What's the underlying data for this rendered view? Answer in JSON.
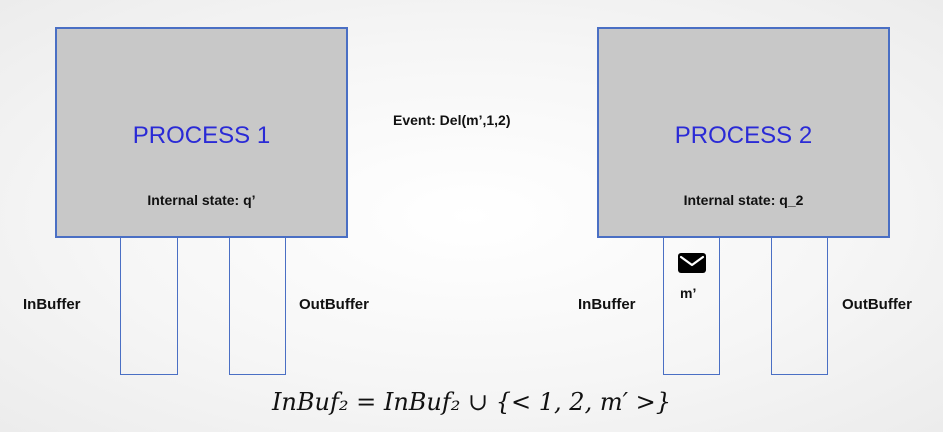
{
  "process1": {
    "title": "PROCESS 1",
    "state": "Internal state: q’",
    "in_buffer_label": "InBuffer",
    "out_buffer_label": "OutBuffer"
  },
  "process2": {
    "title": "PROCESS 2",
    "state": "Internal state: q_2",
    "in_buffer_label": "InBuffer",
    "out_buffer_label": "OutBuffer",
    "message_label": "m’",
    "message_icon": "envelope-icon"
  },
  "event": "Event: Del(m’,1,2)",
  "formula": "InBuf₂ = InBuf₂ ∪ {< 1, 2, m′ >}",
  "colors": {
    "process_fill": "#c8c8c8",
    "border": "#4a6fc4",
    "title": "#2a2ad6"
  }
}
